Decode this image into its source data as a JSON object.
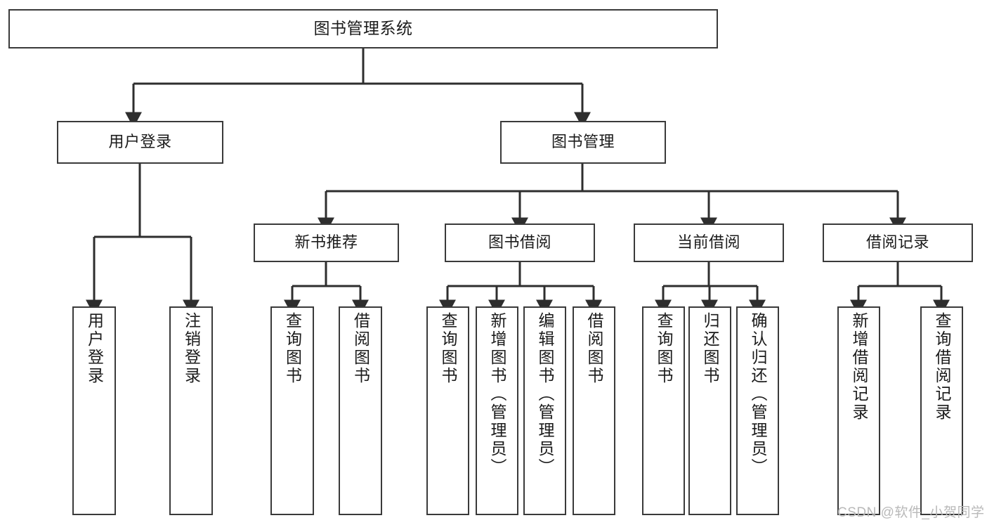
{
  "diagram": {
    "title": "图书管理系统",
    "type": "tree",
    "line_color": "#3a3a3a",
    "box_fill": "#ffffff",
    "text_color": "#1b1b1b",
    "watermark": "CSDN @软件_小贺同学",
    "nodes": {
      "root": {
        "label": "图书管理系统"
      },
      "level1": [
        {
          "id": "user-login",
          "label": "用户登录"
        },
        {
          "id": "book-manage",
          "label": "图书管理"
        }
      ],
      "level2": [
        {
          "id": "new-book-recommend",
          "label": "新书推荐"
        },
        {
          "id": "book-borrow",
          "label": "图书借阅"
        },
        {
          "id": "current-borrow",
          "label": "当前借阅"
        },
        {
          "id": "borrow-record",
          "label": "借阅记录"
        }
      ],
      "leaves": {
        "user_login": [
          {
            "id": "leaf-user-login",
            "label": "用户登录"
          },
          {
            "id": "leaf-logout-login",
            "label": "注销登录"
          }
        ],
        "new_book_recommend": [
          {
            "id": "leaf-query-book-1",
            "label": "查询图书"
          },
          {
            "id": "leaf-borrow-book-1",
            "label": "借阅图书"
          }
        ],
        "book_borrow": [
          {
            "id": "leaf-query-book-2",
            "label": "查询图书"
          },
          {
            "id": "leaf-add-book",
            "label": "新增图书（管理员）"
          },
          {
            "id": "leaf-edit-book",
            "label": "编辑图书（管理员）"
          },
          {
            "id": "leaf-borrow-book-2",
            "label": "借阅图书"
          }
        ],
        "current_borrow": [
          {
            "id": "leaf-query-book-3",
            "label": "查询图书"
          },
          {
            "id": "leaf-return-book",
            "label": "归还图书"
          },
          {
            "id": "leaf-confirm-return",
            "label": "确认归还（管理员）"
          }
        ],
        "borrow_record": [
          {
            "id": "leaf-add-record",
            "label": "新增借阅记录"
          },
          {
            "id": "leaf-query-record",
            "label": "查询借阅记录"
          }
        ]
      }
    }
  }
}
